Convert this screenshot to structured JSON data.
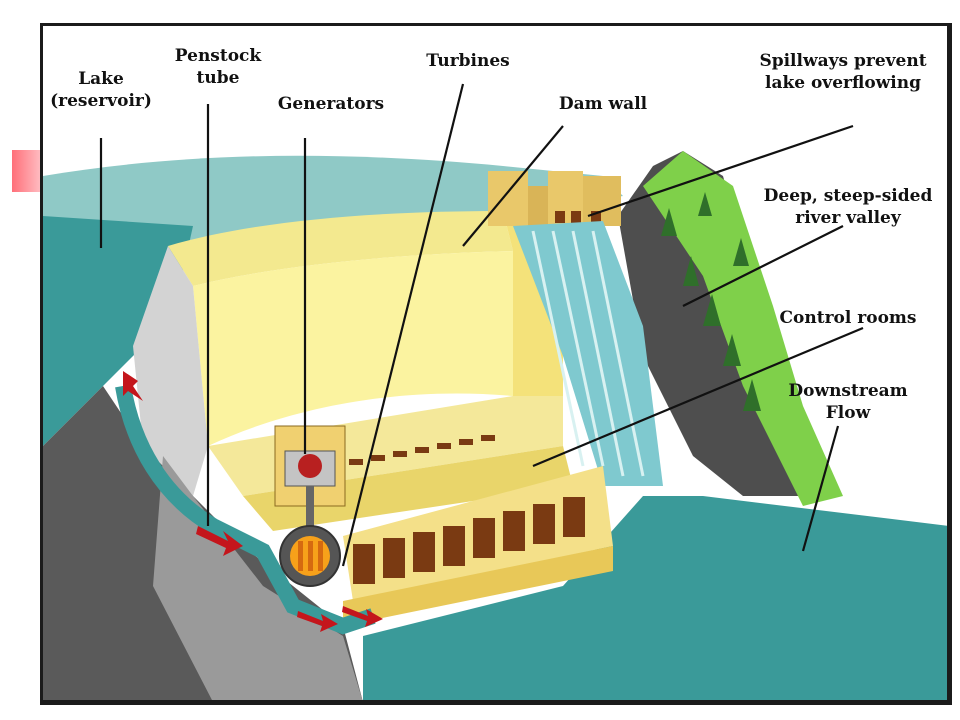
{
  "diagram": {
    "labels": {
      "lake_line1": "Lake",
      "lake_line2": "(reservoir)",
      "penstock_line1": "Penstock",
      "penstock_line2": "tube",
      "generators": "Generators",
      "turbines": "Turbines",
      "dam_wall": "Dam wall",
      "spillways_line1": "Spillways prevent",
      "spillways_line2": "lake overflowing",
      "valley_line1": "Deep, steep-sided",
      "valley_line2": "river valley",
      "control_rooms": "Control rooms",
      "downstream_line1": "Downstream",
      "downstream_line2": "Flow"
    },
    "colors": {
      "water": "#3a9a99",
      "dam": "#fbf3a0",
      "dam_shadow": "#e9d56a",
      "rock": "#5a5a5a",
      "concrete": "#d3d3d3",
      "trees": "#7fd04a",
      "arrow": "#c4161c"
    }
  }
}
